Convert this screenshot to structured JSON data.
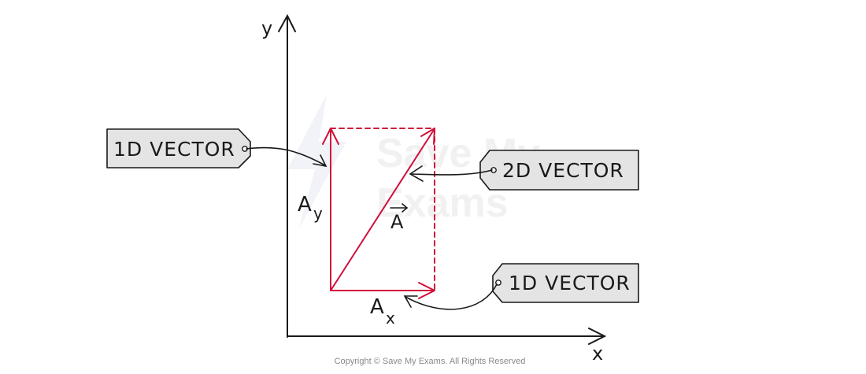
{
  "axes": {
    "x_label": "x",
    "y_label": "y"
  },
  "vector": {
    "symbol": "A",
    "arrow_mark": "→"
  },
  "components": {
    "y": {
      "base": "A",
      "sub": "y"
    },
    "x": {
      "base": "A",
      "sub": "x"
    }
  },
  "tags": {
    "left": "1D VECTOR",
    "right_top": "2D VECTOR",
    "right_bottom": "1D VECTOR"
  },
  "watermark": {
    "line1": "Save My",
    "line2": "Exams"
  },
  "copyright": "Copyright © Save My Exams. All Rights Reserved",
  "colors": {
    "vector": "#d0103a",
    "ink": "#1a1a1a",
    "tag_fill": "#e4e4e4"
  }
}
